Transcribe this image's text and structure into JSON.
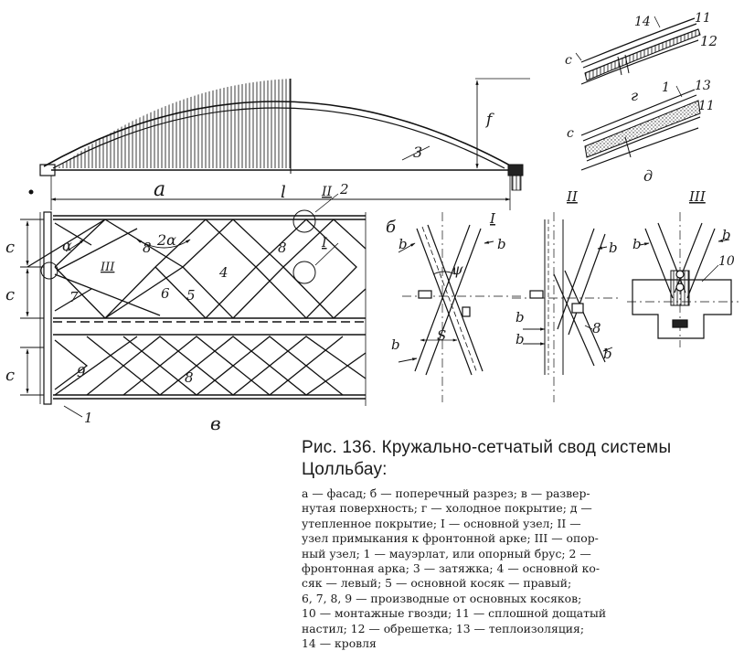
{
  "figure": {
    "title": "Рис. 136. Кружально-сетчатый свод системы Цолльбау:",
    "legend_lines": [
      "а — фасад; б — поперечный разрез; в — развер-",
      "нутая поверхность; г — холодное покрытие; д —",
      "утепленное покрытие; I — основной узел; II —",
      "узел примыкания к фронтонной арке; III — опор-",
      "ный узел; 1 — мауэрлат, или опорный брус; 2 —",
      "фронтонная арка; 3 — затяжка; 4 — основной ко-",
      "сяк — левый; 5 — основной косяк — правый;",
      "6, 7, 8, 9 — производные от основных косяков;",
      "10 — монтажные гвозди; 11 — сплошной дощатый",
      "настил; 12 — обрешетка; 13 — теплоизоляция;",
      "14 — кровля"
    ]
  },
  "labels": {
    "view_a": "а",
    "view_b": "б",
    "view_v": "в",
    "view_g": "г",
    "view_d": "д",
    "span_l": "l",
    "rise_f": "f",
    "node_I": "I",
    "node_II": "II",
    "node_III": "III",
    "c": "c",
    "alpha": "α",
    "two_alpha": "2α",
    "psi": "ψ",
    "s": "S",
    "b": "b",
    "n1": "1",
    "n2": "2",
    "n3": "3",
    "n4": "4",
    "n5": "5",
    "n6": "6",
    "n7": "7",
    "n8": "8",
    "n9": "9",
    "n10": "10",
    "n11": "11",
    "n12": "12",
    "n13": "13",
    "n14": "14"
  }
}
